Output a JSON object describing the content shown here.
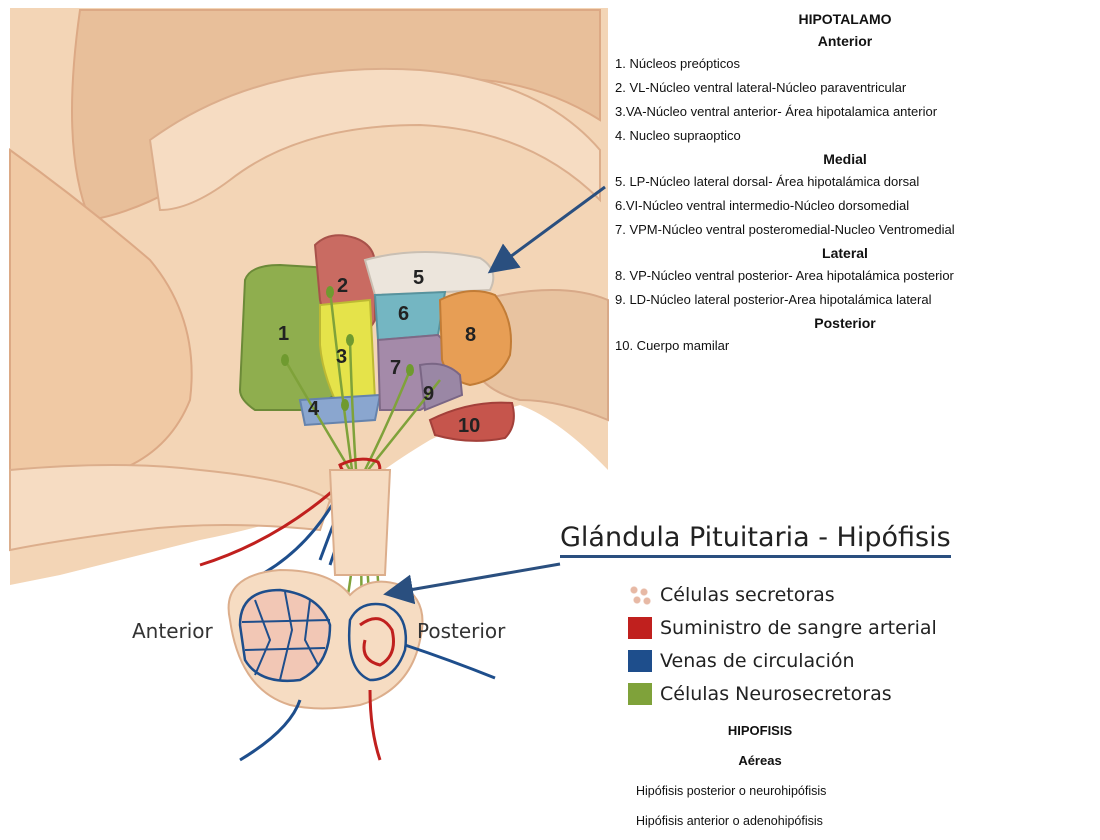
{
  "hypothalamus": {
    "title": "HIPOTALAMO",
    "sections": [
      {
        "heading": "Anterior",
        "items": [
          "1. Núcleos preópticos",
          "2. VL-Núcleo ventral lateral-Núcleo paraventricular",
          "3.VA-Núcleo ventral anterior- Área hipotalamica anterior",
          "4. Nucleo supraoptico"
        ]
      },
      {
        "heading": "Medial",
        "items": [
          "5. LP-Núcleo lateral dorsal- Área hipotalámica dorsal",
          "6.VI-Núcleo ventral intermedio-Núcleo dorsomedial",
          "7. VPM-Núcleo ventral posteromedial-Nucleo Ventromedial"
        ]
      },
      {
        "heading": "Lateral",
        "items": [
          "8. VP-Núcleo ventral posterior- Area hipotalámica posterior",
          "9.  LD-Núcleo lateral posterior-Area hipotalámica lateral"
        ]
      },
      {
        "heading": "Posterior",
        "items": [
          "10.  Cuerpo mamilar"
        ]
      }
    ]
  },
  "regions": [
    {
      "label": "1",
      "color": "#8fae4e"
    },
    {
      "label": "2",
      "color": "#c96b62"
    },
    {
      "label": "3",
      "color": "#e5e34a"
    },
    {
      "label": "4",
      "color": "#8aa6cf"
    },
    {
      "label": "5",
      "color": "#ece5dc"
    },
    {
      "label": "6",
      "color": "#74b6c2"
    },
    {
      "label": "7",
      "color": "#a48aa9"
    },
    {
      "label": "8",
      "color": "#e79e55"
    },
    {
      "label": "9",
      "color": "#9a87a5"
    },
    {
      "label": "10",
      "color": "#c6554c"
    }
  ],
  "pituitary": {
    "title": "Glándula Pituitaria - Hipófisis",
    "left_label": "Anterior",
    "right_label": "Posterior",
    "legend": [
      {
        "label": "Células secretoras",
        "icon": "secretory-cells-icon"
      },
      {
        "label": "Suministro de sangre arterial",
        "color": "#c0201e"
      },
      {
        "label": "Venas de circulación",
        "color": "#1e4e8c"
      },
      {
        "label": "Células Neurosecretoras",
        "color": "#7fa23a"
      }
    ]
  },
  "hypophysis": {
    "title": "HIPOFISIS",
    "subtitle": "Aéreas",
    "items": [
      "Hipófisis posterior o neurohipófisis",
      "Hipófisis anterior o adenohipófisis"
    ]
  },
  "colors": {
    "arrow": "#2a4f7f",
    "brain": "#f1d3b5",
    "brain_outline": "#e3b895"
  }
}
